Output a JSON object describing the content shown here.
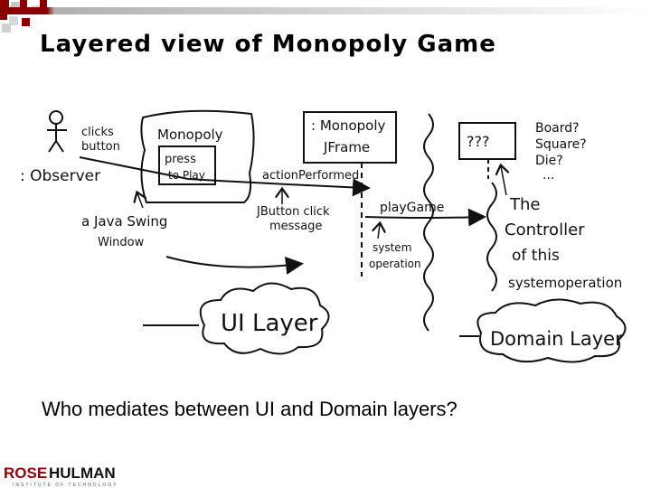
{
  "slide": {
    "title": "Layered view of Monopoly Game",
    "question": "Who mediates between UI and Domain layers?"
  },
  "diagram": {
    "labels": {
      "clicks": "clicks",
      "button": "button",
      "observer": ": Observer",
      "monopoly": "Monopoly",
      "press": "press",
      "to_play": "to Play",
      "action_performed": "actionPerformed",
      "jbutton_click": "JButton click",
      "message": "message",
      "java_swing": "a Java Swing",
      "window": "Window",
      "jframe_line1": ": Monopoly",
      "jframe_line2": "JFrame",
      "play_game": "playGame",
      "system": "system",
      "operation": "operation",
      "unknown": "???",
      "board": "Board?",
      "square": "Square?",
      "die": "Die?",
      "ellipsis": "...",
      "the": "The",
      "controller": "Controller",
      "of_this": "of this",
      "system_operation": "systemoperation",
      "ui_layer": "UI Layer",
      "domain_layer": "Domain Layer"
    }
  },
  "logo": {
    "rose": "ROSE",
    "hulman": "HULMAN",
    "tagline": "INSTITUTE OF TECHNOLOGY"
  },
  "colors": {
    "accent_red": "#8b0000",
    "accent_gray": "#c8c8c8",
    "ink": "#111111"
  }
}
